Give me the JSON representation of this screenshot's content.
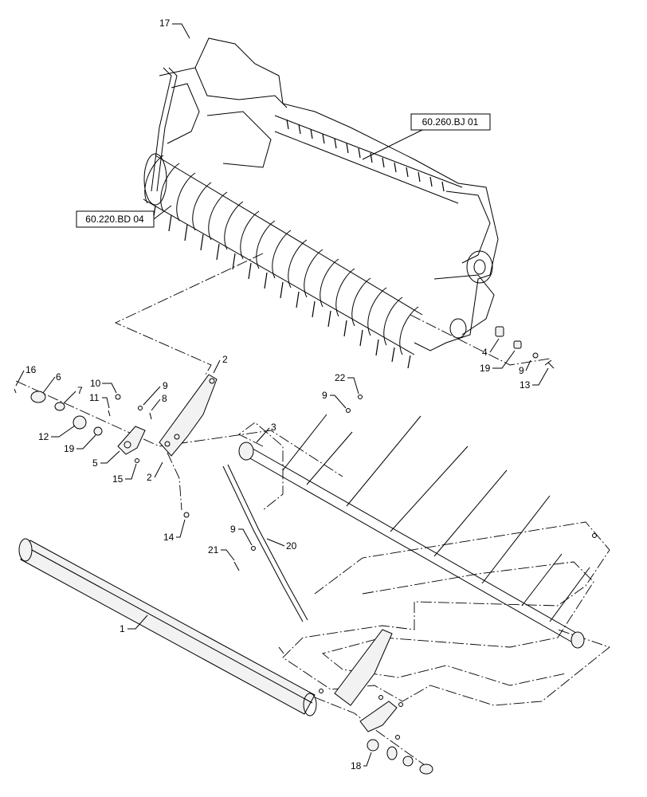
{
  "reference_boxes": {
    "ref_60_260_bj_01": "60.260.BJ 01",
    "ref_60_220_bd_04": "60.220.BD 04"
  },
  "callouts": {
    "c17": "17",
    "c4": "4",
    "c19_right": "19",
    "c9_right": "9",
    "c13": "13",
    "c2_top": "2",
    "c16": "16",
    "c6": "6",
    "c10": "10",
    "c9_mid": "9",
    "c7": "7",
    "c11": "11",
    "c8": "8",
    "c12": "12",
    "c19_left": "19",
    "c5": "5",
    "c15": "15",
    "c2_bottom": "2",
    "c22": "22",
    "c9_upper_shaft": "9",
    "c3": "3",
    "c14": "14",
    "c20": "20",
    "c9_chain": "9",
    "c21": "21",
    "c1": "1",
    "c18": "18"
  }
}
